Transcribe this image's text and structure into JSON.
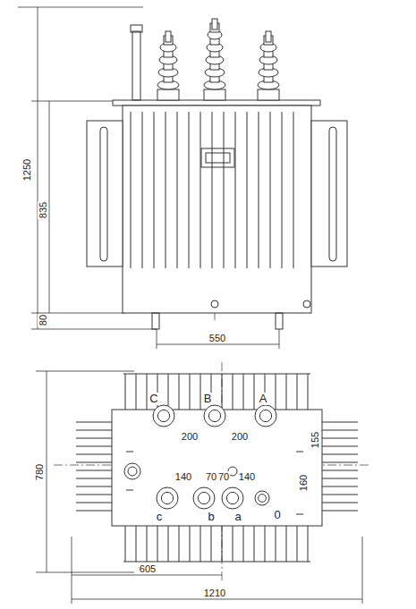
{
  "diagram": {
    "labels": [
      "1250",
      "835",
      "80",
      "550",
      "C",
      "B",
      "A",
      "200",
      "200",
      "155",
      "160",
      "140",
      "70",
      "70",
      "140",
      "c",
      "b",
      "a",
      "0",
      "780",
      "605",
      "1210"
    ]
  }
}
